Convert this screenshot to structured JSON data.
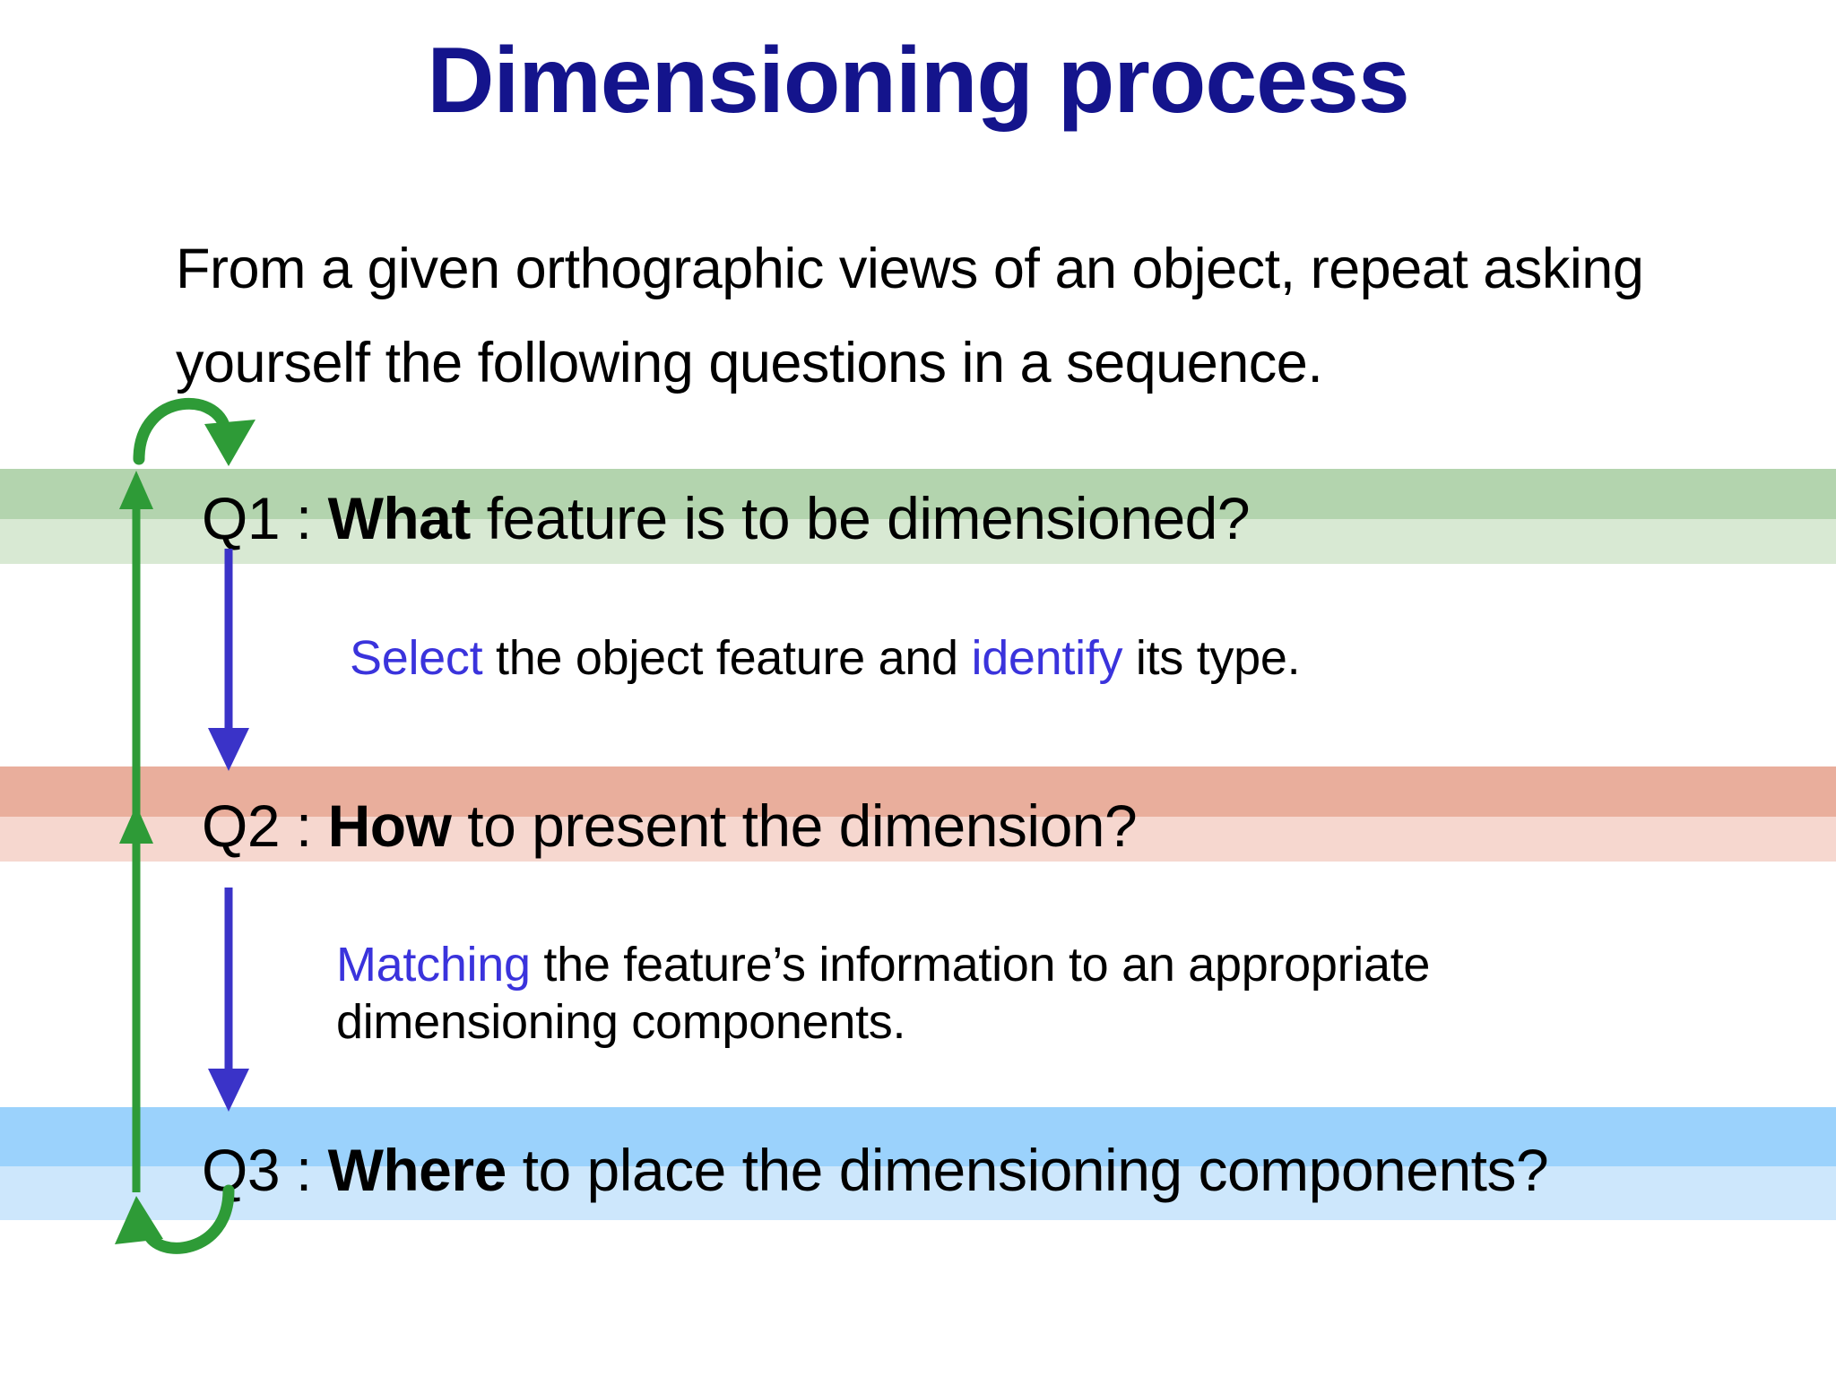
{
  "slide": {
    "title": "Dimensioning process",
    "title_color": "#14148C",
    "intro": "From a given orthographic views of an object, repeat asking yourself the following questions in a sequence."
  },
  "questions": [
    {
      "id": "q1",
      "label": "Q1 : ",
      "keyword": "What",
      "rest": " feature is to be dimensioned?",
      "band_color_top": "#B3D4AE",
      "band_color_bottom": "#D8E9D3"
    },
    {
      "id": "q2",
      "label": "Q2 : ",
      "keyword": "How",
      "rest": " to present the dimension?",
      "band_color_top": "#E9AE9C",
      "band_color_bottom": "#F6D7CF"
    },
    {
      "id": "q3",
      "label": "Q3 : ",
      "keyword": "Where",
      "rest": " to place the dimensioning components?",
      "band_color_top": "#9BD2FC",
      "band_color_bottom": "#CDE7FC"
    }
  ],
  "notes": [
    {
      "id": "note-1",
      "highlight_1": "Select",
      "middle": " the object feature and ",
      "highlight_2": "identify",
      "tail": " its type.",
      "highlight_color": "#3A33DC"
    },
    {
      "id": "note-2",
      "highlight_1": "Matching",
      "middle": " the feature’s information to an appropriate dimensioning components.",
      "highlight_2": "",
      "tail": "",
      "highlight_color": "#3A33DC"
    }
  ],
  "arrows": {
    "green_color": "#2E9B37",
    "blue_color": "#3A33C8",
    "loop_top_label": "loop-back-to-q1",
    "loop_bottom_label": "loop-back-from-q3",
    "flow_q1_q2_label": "flow-q1-to-q2",
    "flow_q2_q3_label": "flow-q2-to-q3",
    "return_line_label": "return-line-up"
  }
}
